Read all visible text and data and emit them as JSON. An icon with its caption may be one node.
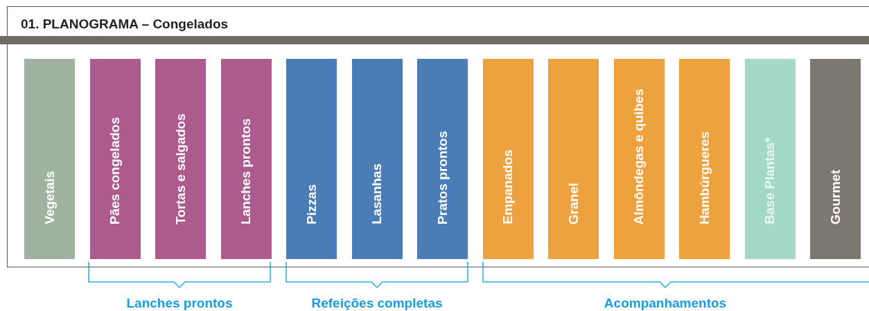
{
  "diagram": {
    "title": "01. PLANOGRAMA – Congelados",
    "nodes": [
      {
        "text": [
          "Vegetais"
        ]
      },
      {
        "text": [
          "Pães congelados"
        ]
      },
      {
        "text": [
          "Tortas e salgados"
        ]
      },
      {
        "text": [
          "Lanches prontos"
        ]
      },
      {
        "text": [
          "Pizzas"
        ]
      },
      {
        "text": [
          "Lasanhas"
        ]
      },
      {
        "text": [
          "Pratos prontos"
        ]
      },
      {
        "text": [
          "Empanados"
        ]
      },
      {
        "text": [
          "Granel"
        ]
      },
      {
        "text": [
          "Almôndegas e quibes"
        ]
      },
      {
        "text": [
          "Hambúrgueres"
        ]
      },
      {
        "text": [
          "Base Plantas*"
        ]
      },
      {
        "text": [
          "Gourmet"
        ]
      }
    ],
    "edges": [],
    "labels": [
      "Lanches prontos",
      "Refeições completas",
      "Acompanhamentos"
    ]
  }
}
